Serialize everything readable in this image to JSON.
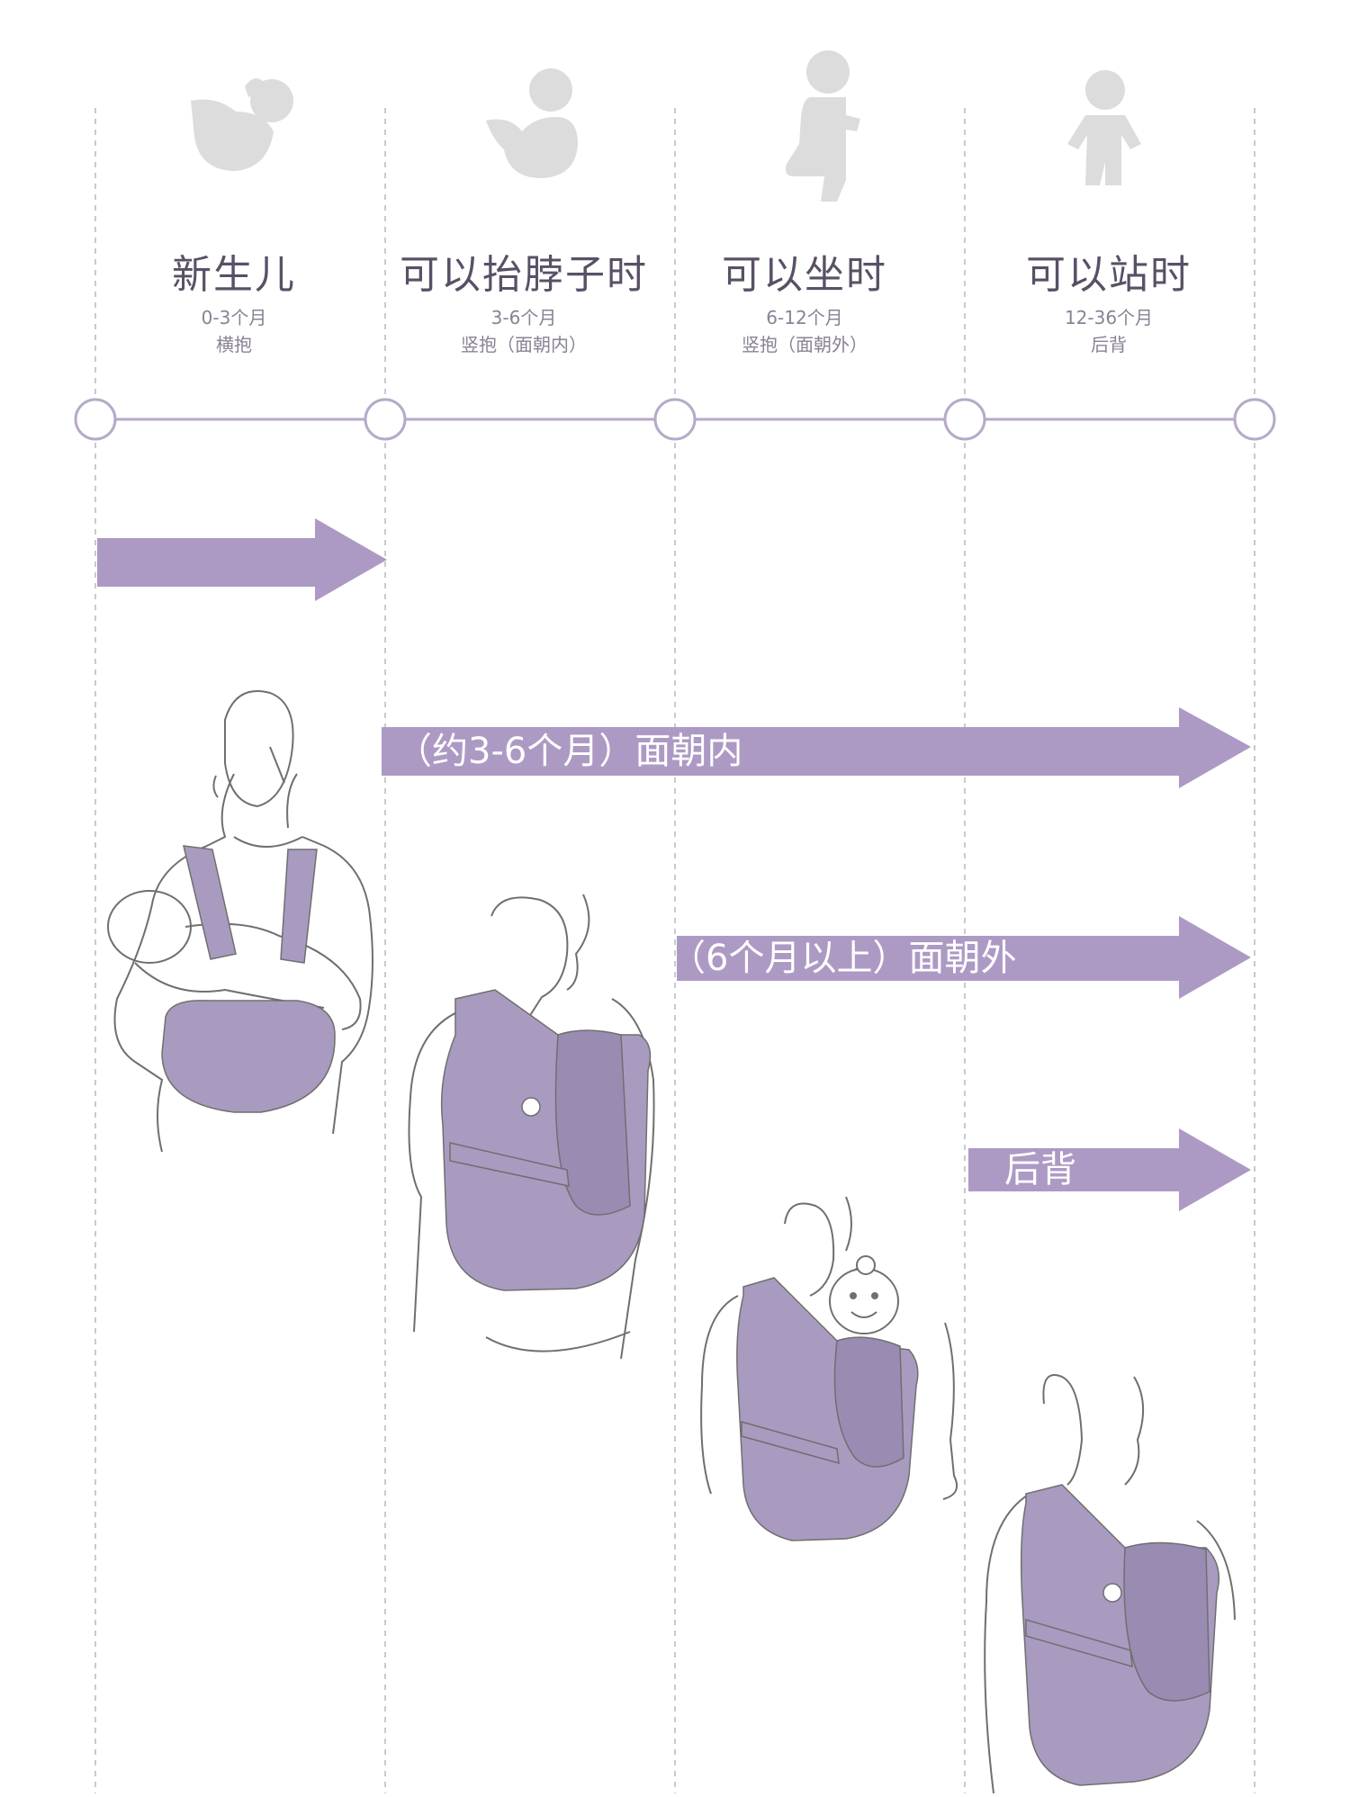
{
  "stages": [
    {
      "title": "新生儿",
      "age": "0-3个月",
      "mode": "横抱",
      "icon": "newborn-icon"
    },
    {
      "title": "可以抬脖子时",
      "age": "3-6个月",
      "mode": "竖抱（面朝内）",
      "icon": "head-up-baby-icon"
    },
    {
      "title": "可以坐时",
      "age": "6-12个月",
      "mode": "竖抱（面朝外）",
      "icon": "sitting-baby-icon"
    },
    {
      "title": "可以站时",
      "age": "12-36个月",
      "mode": "后背",
      "icon": "standing-baby-icon"
    }
  ],
  "arrows": [
    {
      "label": ""
    },
    {
      "label": "（约3-6个月）面朝内"
    },
    {
      "label": "（6个月以上）面朝外"
    },
    {
      "label": "后背"
    }
  ],
  "illustrations": [
    "newborn-cradle-hold-illustration",
    "inward-facing-carry-illustration",
    "outward-facing-carry-illustration",
    "back-carry-illustration"
  ],
  "colors": {
    "accent": "#ac9ac4",
    "carrier": "#a99bbf",
    "icon_gray": "#dcdcdc",
    "text_dark": "#5a5066",
    "text_light": "#8a8294",
    "line": "#b6aac8"
  }
}
